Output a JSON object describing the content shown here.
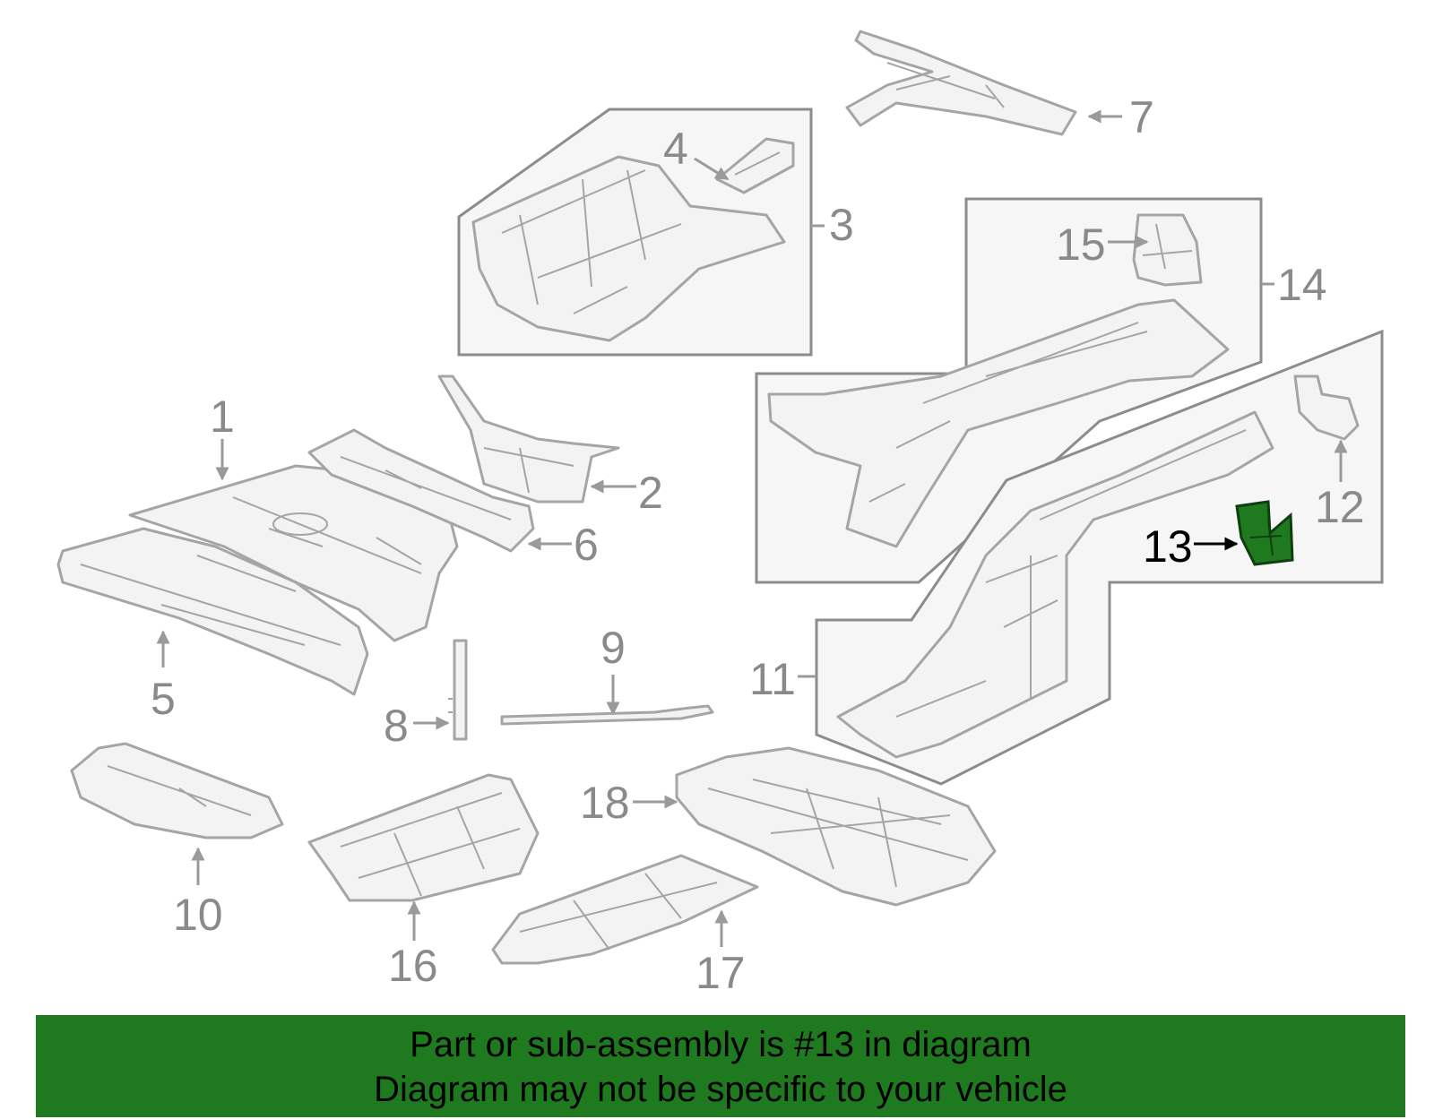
{
  "callouts": [
    "1",
    "2",
    "3",
    "4",
    "5",
    "6",
    "7",
    "8",
    "9",
    "10",
    "11",
    "12",
    "13",
    "14",
    "15",
    "16",
    "17",
    "18"
  ],
  "highlight_part": "13",
  "highlight_color": "#1f7a1f",
  "banner": {
    "line1": "Part or sub-assembly is #13 in diagram",
    "line2": "Diagram may not be specific to your vehicle"
  }
}
